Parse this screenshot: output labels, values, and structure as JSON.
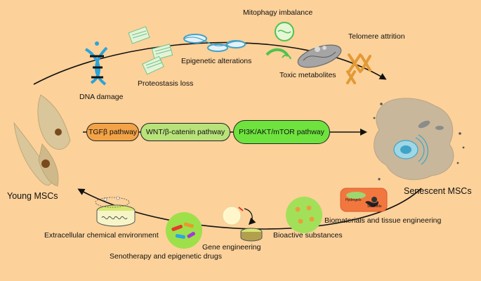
{
  "cells": {
    "young": "Young MSCs",
    "senescent": "Senescent MSCs"
  },
  "hallmarks": {
    "dna_damage": "DNA damage",
    "proteostasis_loss": "Proteostasis loss",
    "epigenetic_alterations": "Epigenetic alterations",
    "mitophagy_imbalance": "Mitophagy imbalance",
    "toxic_metabolites": "Toxic metabolites",
    "telomere_attrition": "Telomere attrition"
  },
  "pathways": {
    "tgfb": "TGFβ pathway",
    "wnt": "WNT/β-catenin pathway",
    "pi3k": "PI3K/AKT/mTOR pathway"
  },
  "interventions": {
    "extracellular": "Extracellular chemical environment",
    "senotherapy": "Senotherapy and epigenetic drugs",
    "gene_engineering": "Gene engineering",
    "bioactive": "Bioactive substances",
    "biomaterials": "Biomaterials and tissue engineering"
  },
  "inset_labels": {
    "hydrogels": "Hydrogels",
    "scaffolds": "Scaffolds"
  },
  "colors": {
    "background": "#fcd19a",
    "pill_tgfb": "#f3a347",
    "pill_wnt": "#b8e27a",
    "pill_pi3k": "#6ee33e",
    "dna": "#2aa4d8",
    "cell_body": "#d9c69a",
    "senescent_cell": "#c8b79a"
  }
}
